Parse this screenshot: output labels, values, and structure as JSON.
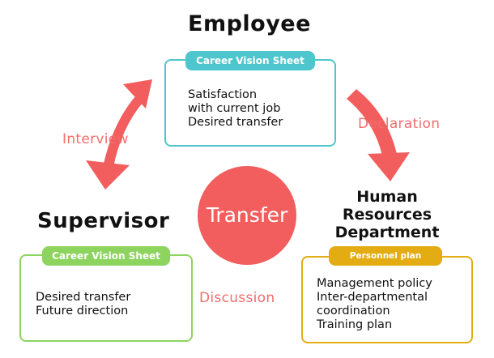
{
  "employee": {
    "title": "Employee",
    "sheet": "Career Vision Sheet",
    "lines": [
      "Satisfaction",
      "with current job",
      "Desired transfer"
    ]
  },
  "supervisor": {
    "title": "Supervisor",
    "sheet": "Career Vision Sheet",
    "lines": [
      "Desired transfer",
      "Future direction"
    ]
  },
  "hr": {
    "title_lines": [
      "Human",
      "Resources",
      "Department"
    ],
    "sheet": "Personnel plan",
    "lines": [
      "Management policy",
      "Inter-departmental",
      "coordination",
      "Training plan"
    ]
  },
  "center": {
    "label": "Transfer"
  },
  "flows": {
    "interview": "Interview",
    "declaration": "Declaration",
    "discussion": "Discussion"
  },
  "colors": {
    "employee": "#4fc6ce",
    "supervisor": "#8cd45e",
    "hr": "#e3ac12",
    "accent": "#f25d5d"
  }
}
